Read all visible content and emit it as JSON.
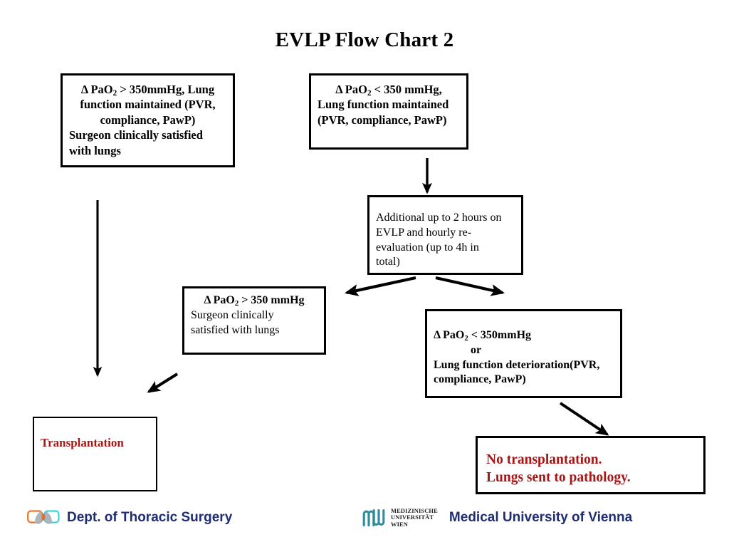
{
  "slide": {
    "title": "EVLP Flow Chart 2",
    "background": "#ffffff",
    "accent_red": "#A81616",
    "footer_navy": "#1F2D73",
    "logo_teal": "#2E8C9E",
    "logo_orange": "#E8762B",
    "logo_cyan": "#3FD2D8"
  },
  "boxes": {
    "criteria_high_pao2": {
      "lines": [
        "Δ PaO2 > 350mmHg, Lung",
        "function maintained (PVR,",
        "compliance, PawP)",
        "Surgeon clinically satisfied",
        "with lungs"
      ],
      "l1a": "Δ PaO",
      "l1b": "2",
      "l1c": " > 350mmHg, Lung",
      "l2": "function maintained (PVR,",
      "l3": "compliance, PawP)",
      "l4": "Surgeon clinically satisfied",
      "l5": "with lungs"
    },
    "criteria_low_pao2": {
      "l1a": "Δ PaO",
      "l1b": "2",
      "l1c": " < 350 mmHg,",
      "l2": "Lung function maintained",
      "l3": "(PVR, compliance, PawP)"
    },
    "additional_evlp": {
      "l1": "Additional up to 2 hours on",
      "l2": "EVLP and hourly re-",
      "l3": "evaluation (up to 4h in",
      "l4": "total)"
    },
    "reeval_pass": {
      "l1a": "Δ PaO",
      "l1b": "2",
      "l1c": " > 350 mmHg",
      "l2": "Surgeon clinically",
      "l3": "satisfied with lungs"
    },
    "reeval_fail": {
      "l1a": "Δ PaO",
      "l1b": "2",
      "l1c": " < 350mmHg",
      "l2": "or",
      "l3": "Lung function deterioration(PVR,",
      "l4": "compliance, PawP)"
    },
    "transplantation": {
      "l1": "Transplantation"
    },
    "no_transplantation": {
      "l1": "No transplantation.",
      "l2": "Lungs sent to pathology."
    }
  },
  "footer": {
    "dept": {
      "label": "Dept. of Thoracic Surgery",
      "icon": "lungs-logo-icon"
    },
    "university": {
      "wordmark_line1": "MEDIZINISCHE",
      "wordmark_line2": "UNIVERSITÄT",
      "wordmark_line3": "WIEN",
      "label": "Medical University of Vienna",
      "icon": "meduni-wien-logo-icon"
    }
  },
  "arrows": [
    {
      "name": "arrow-criteria-high-to-transplantation",
      "from": "criteria_high_pao2",
      "to": "transplantation",
      "style": "vertical-down"
    },
    {
      "name": "arrow-criteria-low-to-additional-evlp",
      "from": "criteria_low_pao2",
      "to": "additional_evlp",
      "style": "vertical-down"
    },
    {
      "name": "arrow-additional-evlp-to-reeval-pass",
      "from": "additional_evlp",
      "to": "reeval_pass",
      "style": "diagonal-down-left"
    },
    {
      "name": "arrow-additional-evlp-to-reeval-fail",
      "from": "additional_evlp",
      "to": "reeval_fail",
      "style": "diagonal-down-right"
    },
    {
      "name": "arrow-reeval-pass-to-transplantation",
      "from": "reeval_pass",
      "to": "transplantation",
      "style": "diagonal-down-left"
    },
    {
      "name": "arrow-reeval-fail-to-no-transplantation",
      "from": "reeval_fail",
      "to": "no_transplantation",
      "style": "diagonal-down-right"
    }
  ]
}
